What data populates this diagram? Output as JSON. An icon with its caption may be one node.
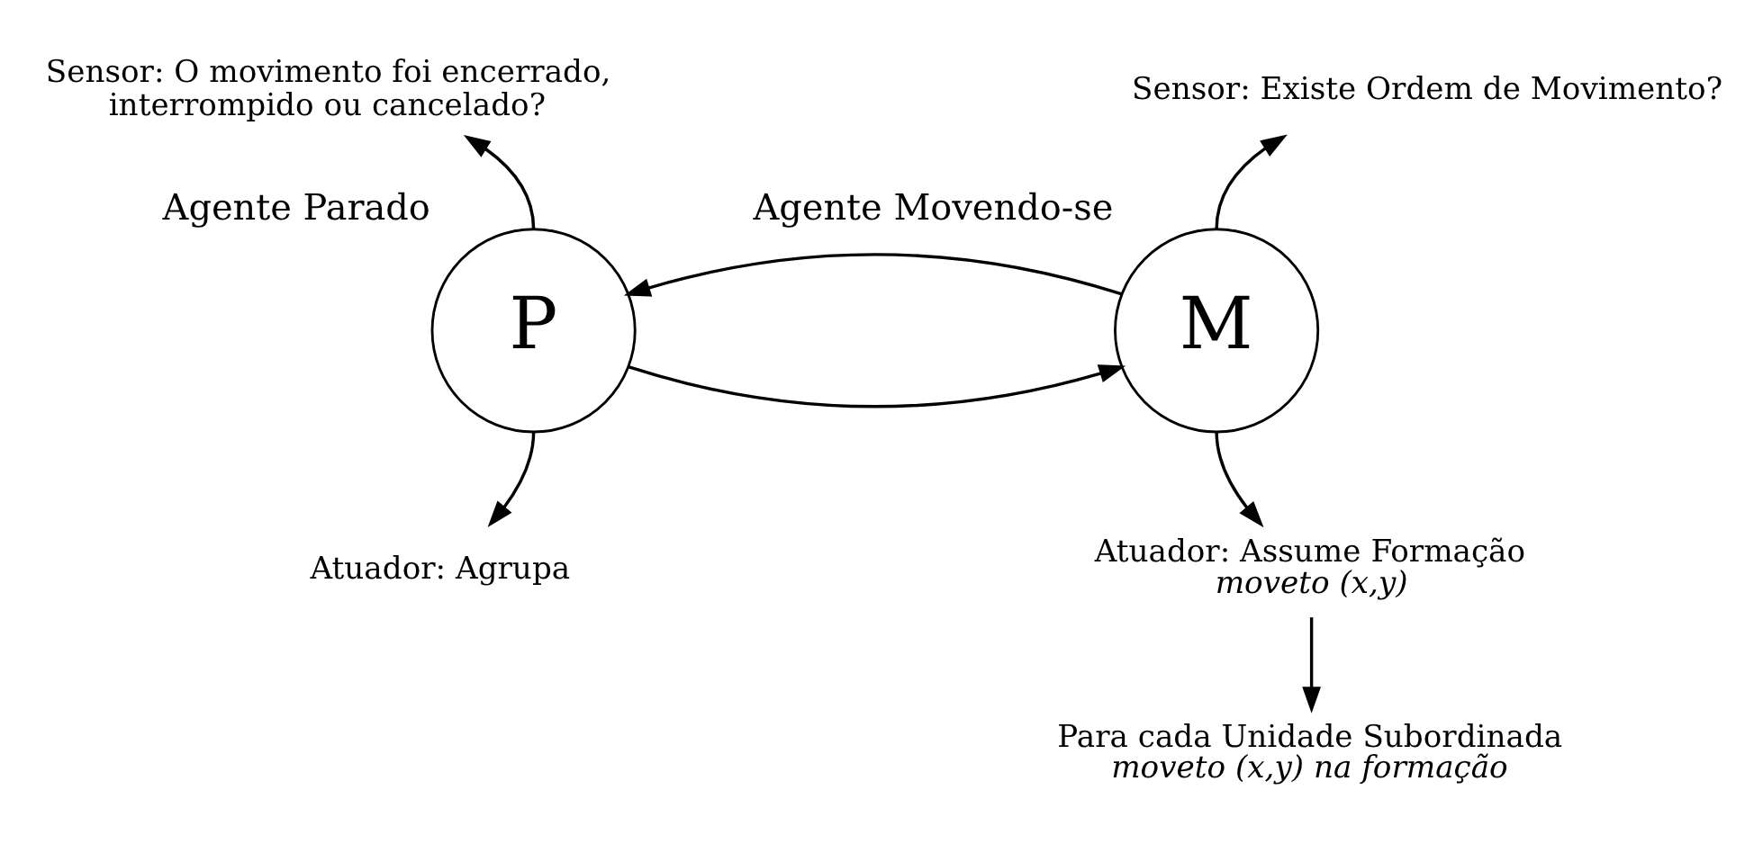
{
  "diagram": {
    "nodes": [
      {
        "text": [
          "P"
        ],
        "beside": [
          "Agente Parado"
        ]
      },
      {
        "text": [
          "M"
        ],
        "beside": [
          "Agente Movendo-se"
        ]
      },
      {
        "text": [
          "Sensor: O movimento foi encerrado, interrompido ou cancelado?"
        ]
      },
      {
        "text": [
          "Sensor: Existe Ordem de Movimento?"
        ]
      },
      {
        "text": [
          "Atuador: Agrupa"
        ]
      },
      {
        "text": [
          "Atuador: Assume Formação",
          "moveto (x,y)"
        ]
      },
      {
        "text": [
          "Para cada Unidade Subordinada",
          "moveto (x,y) na formação"
        ]
      }
    ],
    "edges": [
      {
        "from": 0,
        "to": 1,
        "arrow": "to"
      },
      {
        "from": 1,
        "to": 0,
        "arrow": "to"
      },
      {
        "from": 0,
        "to": 2,
        "arrow": "to"
      },
      {
        "from": 1,
        "to": 3,
        "arrow": "to"
      },
      {
        "from": 0,
        "to": 4,
        "arrow": "to"
      },
      {
        "from": 1,
        "to": 5,
        "arrow": "to"
      },
      {
        "from": 5,
        "to": 6,
        "arrow": "to"
      }
    ]
  }
}
